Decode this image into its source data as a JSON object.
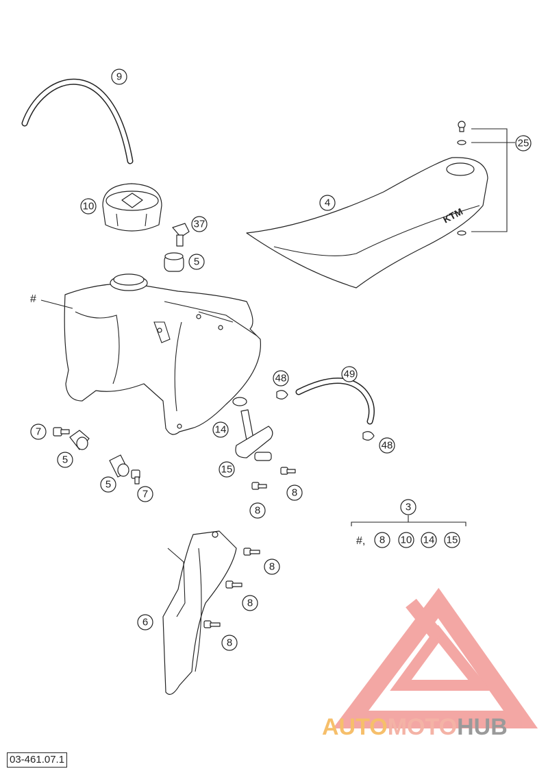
{
  "callouts": [
    {
      "id": "c9",
      "label": "9"
    },
    {
      "id": "c10",
      "label": "10"
    },
    {
      "id": "c37",
      "label": "37"
    },
    {
      "id": "c5a",
      "label": "5"
    },
    {
      "id": "c4",
      "label": "4"
    },
    {
      "id": "c25",
      "label": "25"
    },
    {
      "id": "c48a",
      "label": "48"
    },
    {
      "id": "c49",
      "label": "49"
    },
    {
      "id": "c48b",
      "label": "48"
    },
    {
      "id": "c14",
      "label": "14"
    },
    {
      "id": "c7a",
      "label": "7"
    },
    {
      "id": "c5b",
      "label": "5"
    },
    {
      "id": "c5c",
      "label": "5"
    },
    {
      "id": "c7b",
      "label": "7"
    },
    {
      "id": "c15",
      "label": "15"
    },
    {
      "id": "c8a",
      "label": "8"
    },
    {
      "id": "c8b",
      "label": "8"
    },
    {
      "id": "c3",
      "label": "3"
    },
    {
      "id": "k8",
      "label": "8"
    },
    {
      "id": "k10",
      "label": "10"
    },
    {
      "id": "k14",
      "label": "14"
    },
    {
      "id": "k15",
      "label": "15"
    },
    {
      "id": "c8c",
      "label": "8"
    },
    {
      "id": "c8d",
      "label": "8"
    },
    {
      "id": "c6",
      "label": "6"
    },
    {
      "id": "c8e",
      "label": "8"
    }
  ],
  "hash_label": "#",
  "kit_prefix": "#,",
  "seat_logo": "KTM",
  "document_number": "03-461.07.1",
  "watermark": {
    "part1": "AUTO",
    "part2": "MOTO",
    "part3": "HUB"
  },
  "colors": {
    "line": "#222222",
    "watermark_red": "#f08a86",
    "watermark_orange": "#f6bf6b",
    "watermark_gray": "#9a9a9a"
  }
}
